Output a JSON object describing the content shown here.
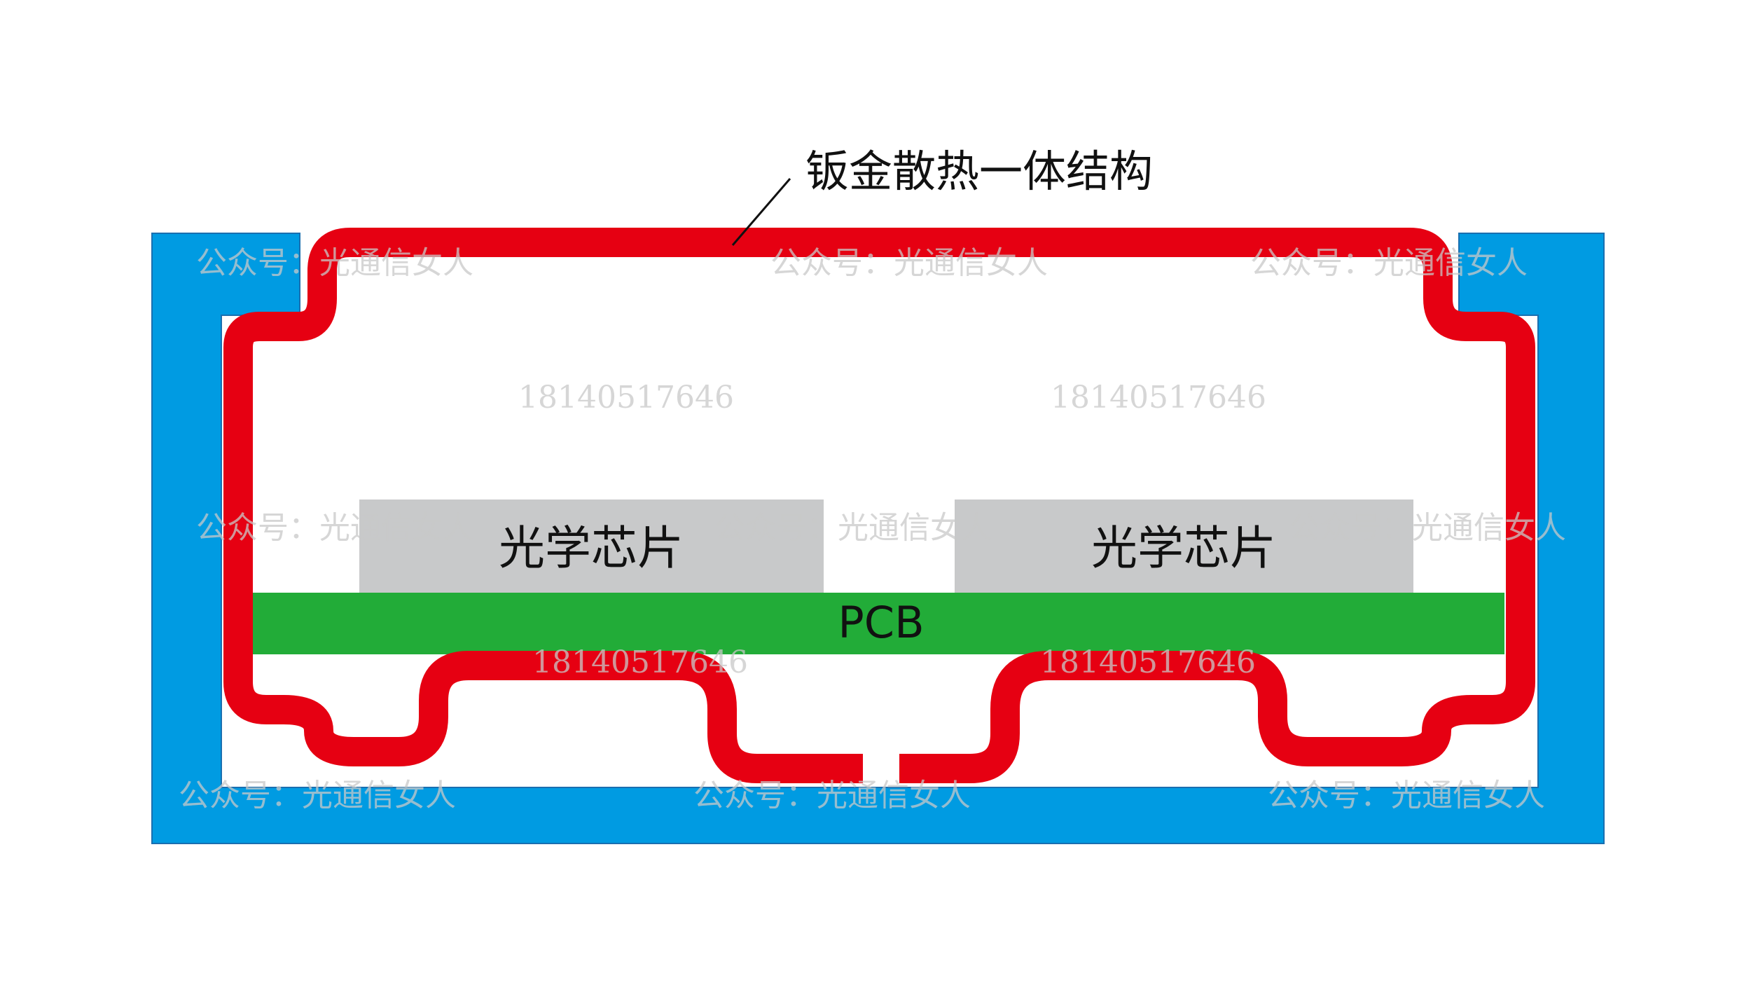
{
  "diagram": {
    "title_label": "钣金散热一体结构",
    "chip_label_left": "光学芯片",
    "chip_label_right": "光学芯片",
    "pcb_label": "PCB"
  },
  "watermarks": {
    "account": "公众号：光通信女人",
    "phone": "18140517646"
  },
  "colors": {
    "housing": "#009BE2",
    "sheet_metal": "#E60012",
    "pcb": "#22AC38",
    "chip": "#C8C9CA",
    "background": "#FFFFFF",
    "watermark": "#C8C8C8"
  }
}
